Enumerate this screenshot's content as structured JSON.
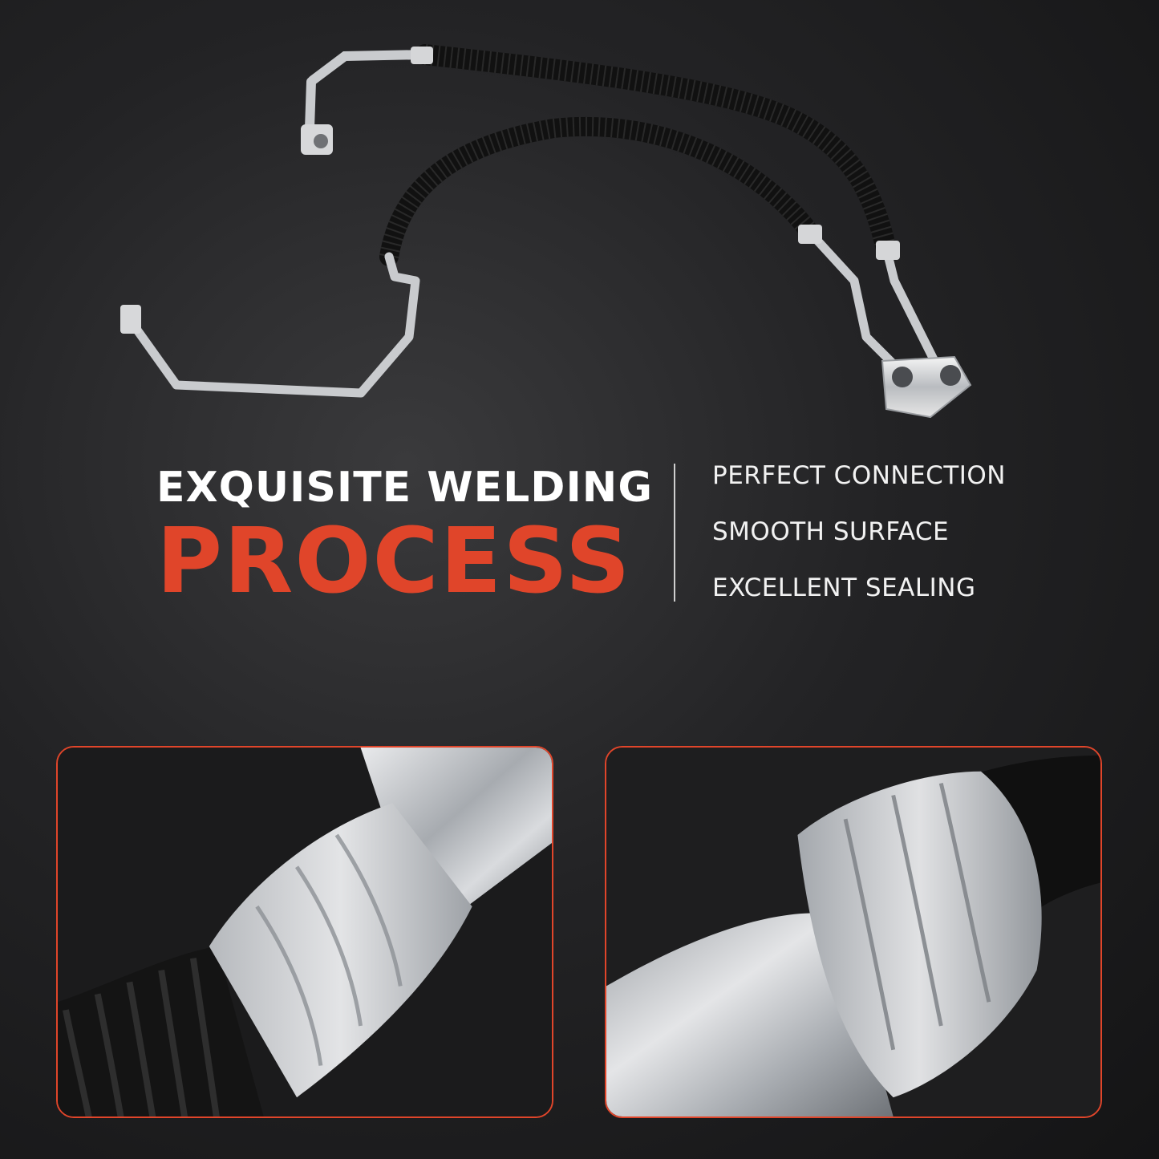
{
  "headline": {
    "line1": "EXQUISITE WELDING",
    "line2": "PROCESS"
  },
  "features": [
    "PERFECT CONNECTION",
    "SMOOTH SURFACE",
    "EXCELLENT SEALING"
  ],
  "colors": {
    "accent": "#e0452a",
    "background": "#1c1c1e",
    "text": "#ffffff"
  },
  "images": {
    "hero": "ac-hose-assembly-photo",
    "detail_left": "crimp-joint-corrugated-hose-closeup",
    "detail_right": "crimp-joint-smooth-hose-closeup"
  }
}
